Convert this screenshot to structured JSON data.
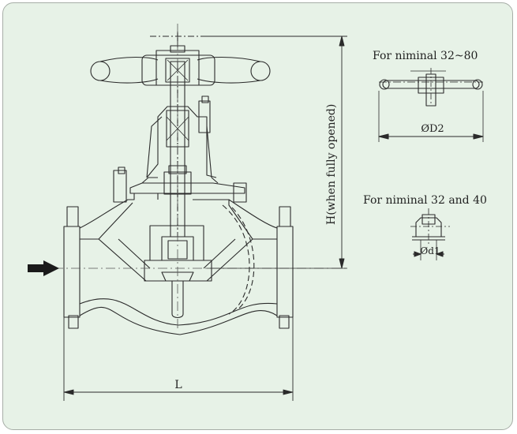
{
  "labels": {
    "height": "H(when fully opened)",
    "length": "L",
    "diameter_handwheel": "ØD2",
    "diameter_small": "Ød1",
    "note_nominal_32_80": "For niminal 32~80",
    "note_nominal_32_40": "For niminal 32 and 40"
  },
  "colors": {
    "background": "#e7f2e7",
    "line": "#2b2b2b",
    "flow_arrow": "#1a1a1a"
  }
}
